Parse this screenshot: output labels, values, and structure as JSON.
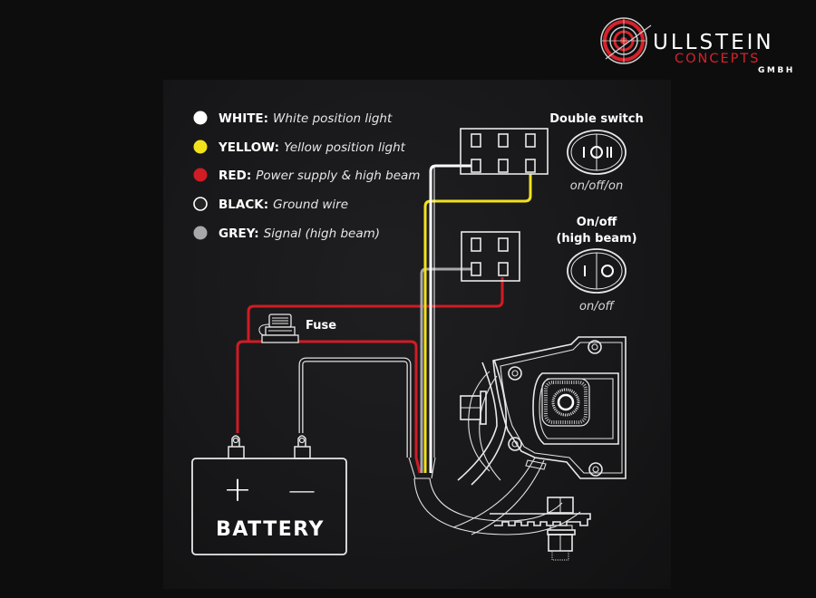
{
  "logo": {
    "line1": "ULLSTEIN",
    "line2": "CONCEPTS",
    "line3": "GMBH",
    "accent_color": "#d6222a"
  },
  "legend": [
    {
      "key": "WHITE:",
      "desc": "White position light",
      "color": "#ffffff"
    },
    {
      "key": "YELLOW:",
      "desc": "Yellow position light",
      "color": "#f2e21c"
    },
    {
      "key": "RED:",
      "desc": "Power supply & high beam",
      "color": "#d01c24"
    },
    {
      "key": "BLACK:",
      "desc": "Ground wire",
      "color": "#222222"
    },
    {
      "key": "GREY:",
      "desc": "Signal (high beam)",
      "color": "#a8a8a8"
    }
  ],
  "switches": {
    "double": {
      "title": "Double switch",
      "subtitle": "on/off/on",
      "symbols": [
        "I",
        "O",
        "II"
      ]
    },
    "onoff": {
      "title_line1": "On/off",
      "title_line2": "(high beam)",
      "subtitle": "on/off",
      "symbols": [
        "I",
        "O"
      ]
    }
  },
  "fuse": {
    "label": "Fuse"
  },
  "battery": {
    "label": "BATTERY",
    "plus": "+",
    "minus": "—"
  },
  "wire_colors": {
    "white": "#ffffff",
    "yellow": "#f2e21c",
    "red": "#d01c24",
    "grey": "#a8a8a8",
    "black_outline": "#e0e0e0"
  }
}
